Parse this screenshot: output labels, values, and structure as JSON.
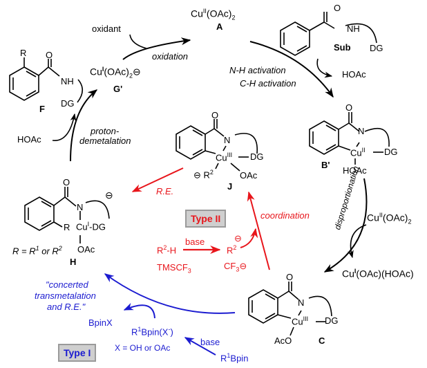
{
  "species": {
    "A": {
      "label": "A",
      "formula_main": "Cu",
      "formula_ox": "II",
      "formula_rest": "(OAc)",
      "formula_sub": "2"
    },
    "Sub": {
      "label": "Sub",
      "nh": "NH",
      "dg": "DG",
      "o": "O"
    },
    "B_prime": {
      "label": "B'",
      "cu": "Cu",
      "ox": "II",
      "dg": "DG",
      "ligand": "HOAc",
      "n": "N",
      "o": "O"
    },
    "C": {
      "label": "C",
      "cu": "Cu",
      "ox": "III",
      "dg": "DG",
      "ligand": "AcO",
      "n": "N",
      "o": "O"
    },
    "J": {
      "label": "J",
      "cu": "Cu",
      "ox": "III",
      "dg": "DG",
      "ligand": "OAc",
      "r": "R",
      "r_sup": "2",
      "charge": "⊖",
      "n": "N",
      "o": "O"
    },
    "H": {
      "label": "H",
      "cu": "Cu",
      "ox": "I",
      "dg": "DG",
      "ligand": "OAc",
      "r": "R",
      "n": "N",
      "o": "O",
      "charge": "⊖",
      "note": "R = R",
      "note_sup1": "1",
      "note_mid": " or R",
      "note_sup2": "2"
    },
    "F": {
      "label": "F",
      "r": "R",
      "o": "O",
      "nh": "NH",
      "dg": "DG"
    },
    "G_prime": {
      "label": "G'",
      "formula_main": "Cu",
      "formula_ox": "I",
      "formula_rest": "(OAc)",
      "formula_sub": "2",
      "charge": "⊖"
    }
  },
  "steps": {
    "oxidant": "oxidant",
    "oxidation": "oxidation",
    "nh_activation": "N-H activation",
    "ch_activation": "C-H activation",
    "hoac_out": "HOAc",
    "disproportionation": "disproportionation",
    "cu2_in": {
      "main": "Cu",
      "ox": "II",
      "rest": "(OAc)",
      "sub": "2"
    },
    "cu1_out": {
      "main": "Cu",
      "ox": "I",
      "rest": "(OAc)(HOAc)"
    },
    "proton_1": "proton-",
    "proton_2": "demetalation",
    "hoac_in": "HOAc",
    "re_red": "R.E.",
    "coordination": "coordination"
  },
  "type2": {
    "box": "Type II",
    "r2h": "R",
    "r2h_sup": "2",
    "r2h_rest": "-H",
    "base": "base",
    "tmscf3": "TMSCF",
    "tmscf3_sub": "3",
    "r2": "R",
    "r2_sup": "2",
    "cf3": "CF",
    "cf3_sub": "3",
    "charge": "⊖"
  },
  "type1": {
    "box": "Type I",
    "concerted_1": "\"concerted",
    "concerted_2": "transmetalation",
    "concerted_3": "and R.E.\"",
    "bpinx": "BpinX",
    "r1bpinx": "R",
    "r1bpinx_sup": "1",
    "r1bpinx_rest": "Bpin(X",
    "r1bpinx_sup2": "-",
    "r1bpinx_end": ")",
    "x_def": "X = OH or OAc",
    "base": "base",
    "r1bpin": "R",
    "r1bpin_sup": "1",
    "r1bpin_rest": "Bpin"
  },
  "colors": {
    "black": "#000000",
    "red": "#e8151b",
    "blue": "#1b1bd0",
    "box_fill": "#cfcfcf",
    "box_border": "#9a9a9a"
  }
}
